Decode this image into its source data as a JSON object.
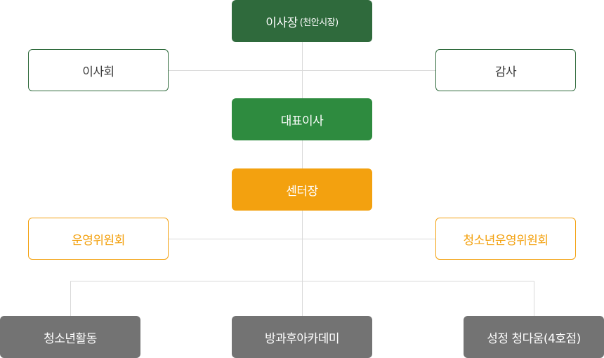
{
  "org_chart": {
    "chairman": {
      "title": "이사장",
      "note": "(천안시장)"
    },
    "board": "이사회",
    "auditor": "감사",
    "ceo": "대표이사",
    "director": "센터장",
    "committee_left": "운영위원회",
    "committee_right": "청소년운영위원회",
    "departments": [
      {
        "label": "청소년활동"
      },
      {
        "label": "방과후아카데미"
      },
      {
        "label": "성정 청다움(4호점)"
      }
    ]
  },
  "colors": {
    "chairman": "#2f6a3c",
    "ceo": "#2e8b3f",
    "director": "#f3a10f",
    "departments": "#737373",
    "connector": "#d9d9d9"
  }
}
